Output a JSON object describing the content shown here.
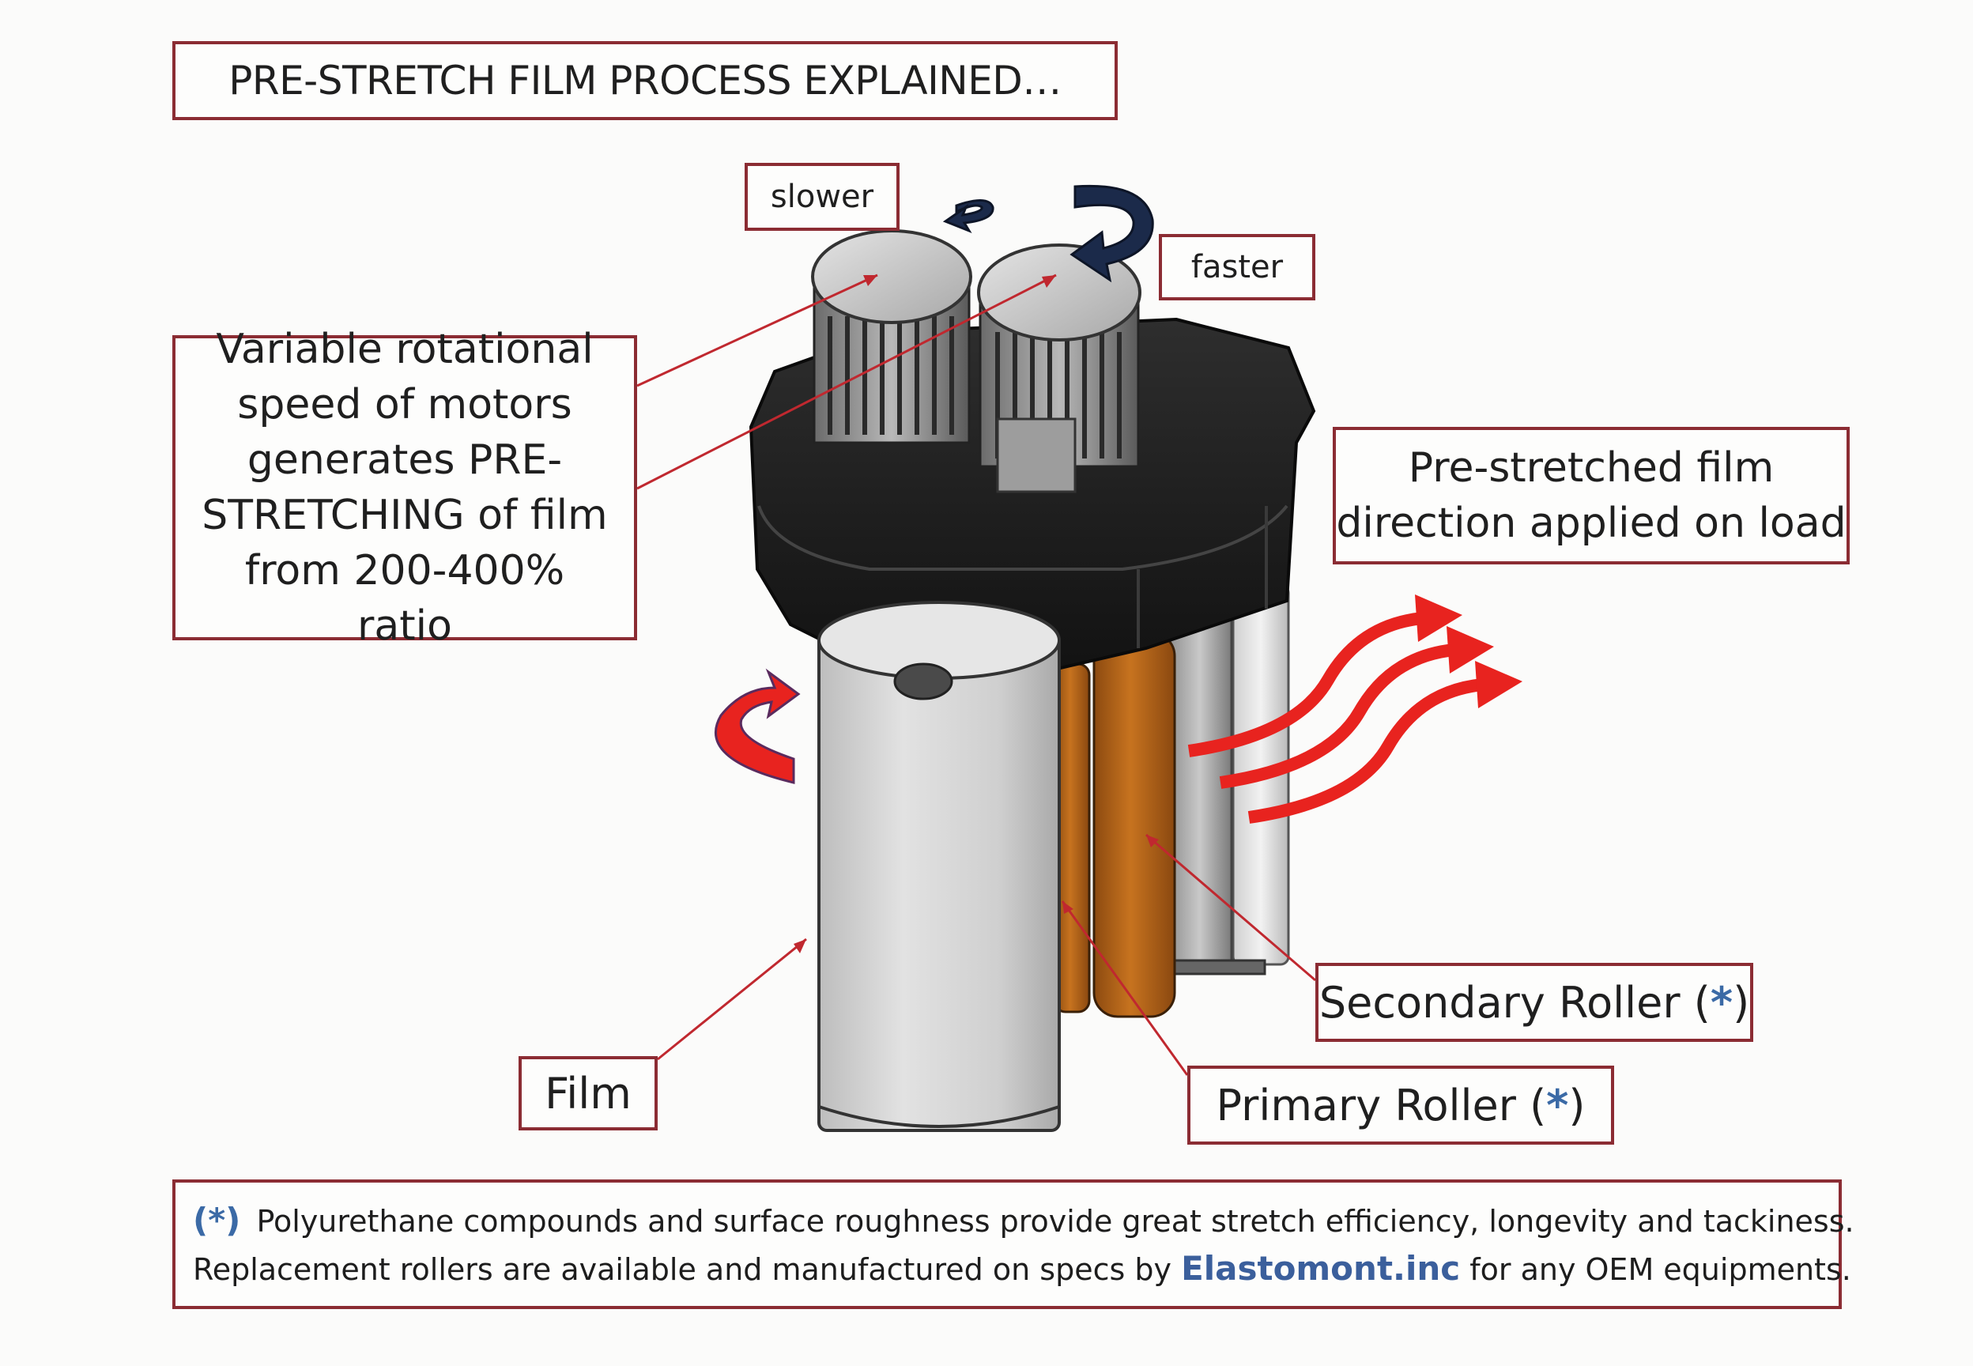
{
  "title": "PRE-STRETCH FILM PROCESS EXPLAINED…",
  "labels": {
    "slower": "slower",
    "faster": "faster",
    "variable_lines": [
      "Variable rotational",
      "speed of motors",
      "generates PRE-",
      "STRETCHING of film",
      "from 200-400% ratio"
    ],
    "prestretched_lines": [
      "Pre-stretched film",
      "direction applied on load"
    ],
    "secondary": "Secondary Roller (",
    "primary": "Primary Roller (",
    "star": "*",
    "close_paren": ")",
    "film": "Film"
  },
  "note": {
    "marker": "(*)",
    "line1": "Polyurethane compounds and surface roughness provide great stretch efficiency, longevity and tackiness.",
    "line2_before": "Replacement rollers are available and manufactured on specs by ",
    "brand": "Elastomont.inc",
    "line2_after": " for any OEM equipments."
  },
  "colors": {
    "frame": "#8b2c33",
    "leader_line": "#c0282f",
    "arrow_red": "#e8231f",
    "arrow_navy": "#1b2a4a",
    "accent_blue": "#3b6aa6",
    "roller_orange": "#b8651a",
    "housing_black": "#1c1c1c",
    "film_gray": "#d9d9d9"
  }
}
